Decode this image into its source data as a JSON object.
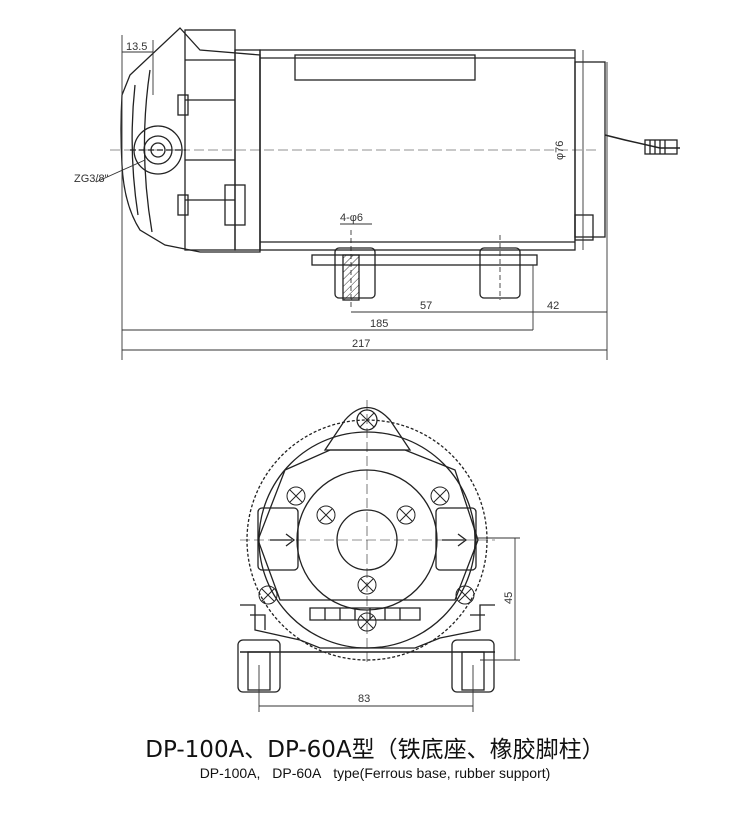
{
  "side_view": {
    "dim_flange": "13.5",
    "dim_port": "ZG3/8\"",
    "dim_diameter": "φ76",
    "dim_holes": "4-φ6",
    "dim_57": "57",
    "dim_42": "42",
    "dim_185": "185",
    "dim_217": "217"
  },
  "front_view": {
    "dim_height": "45",
    "dim_width": "83"
  },
  "caption": {
    "title_cn": "DP-100A、DP-60A型（铁底座、橡胶脚柱）",
    "subtitle_en_part1": "DP-100A,",
    "subtitle_en_part2": "DP-60A",
    "subtitle_en_part3": "type(Ferrous base, rubber support)"
  }
}
